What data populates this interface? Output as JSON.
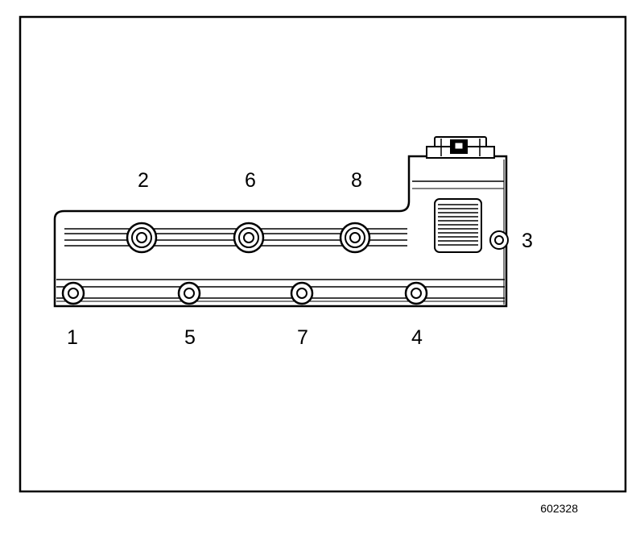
{
  "figure": {
    "figure_number": "602328",
    "colors": {
      "ink": "#000000",
      "paper": "#ffffff"
    }
  },
  "bolt_callouts": {
    "upper_row": [
      "2",
      "6",
      "8"
    ],
    "right_side": "3",
    "lower_row": [
      "1",
      "5",
      "7",
      "4"
    ]
  }
}
